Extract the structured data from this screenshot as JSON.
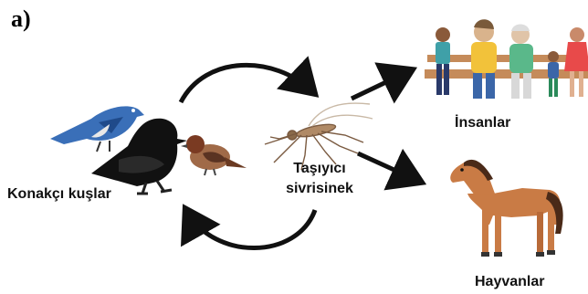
{
  "panel_label": "a)",
  "nodes": {
    "birds": "Konakçı kuşlar",
    "vector_line1": "Taşıyıcı",
    "vector_line2": "sivrisinek",
    "humans": "İnsanlar",
    "animals": "Hayvanlar"
  },
  "colors": {
    "arrow": "#111111",
    "blue_bird": "#3a6fb8",
    "crow": "#111111",
    "sparrow": "#8a4a2e",
    "horse": "#c97b45",
    "mosquito": "#8a6a4a"
  },
  "icons": [
    "blue-bird-icon",
    "crow-icon",
    "sparrow-icon",
    "mosquito-icon",
    "people-group-icon",
    "horse-icon"
  ]
}
